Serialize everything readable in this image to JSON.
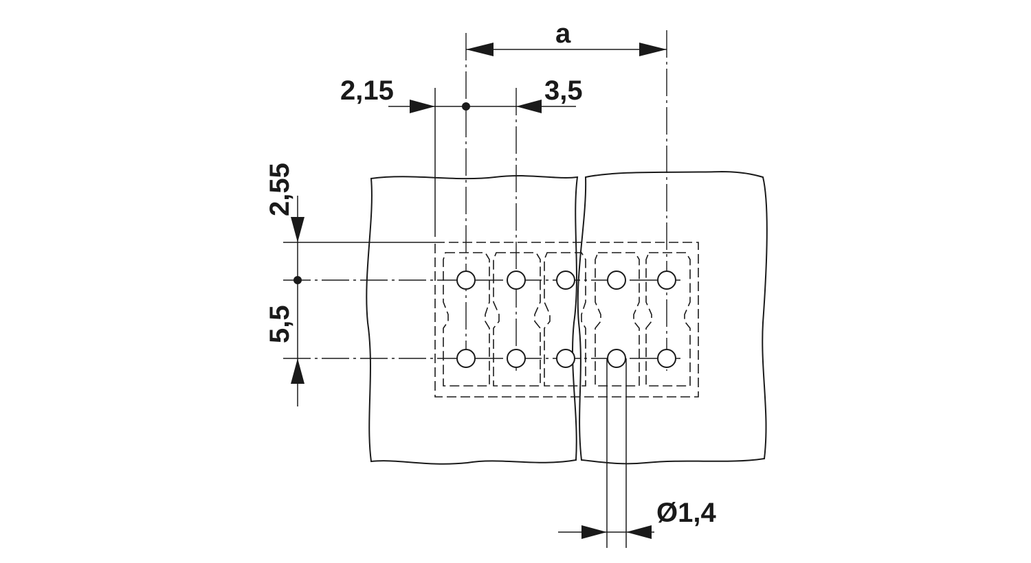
{
  "labels": {
    "pitch_a": "a",
    "offset_2_15": "2,15",
    "pitch_3_5": "3,5",
    "offset_2_55": "2,55",
    "row_5_5": "5,5",
    "hole_diameter": "Ø1,4"
  },
  "colors": {
    "line": "#1a1a1a",
    "background": "#ffffff"
  }
}
